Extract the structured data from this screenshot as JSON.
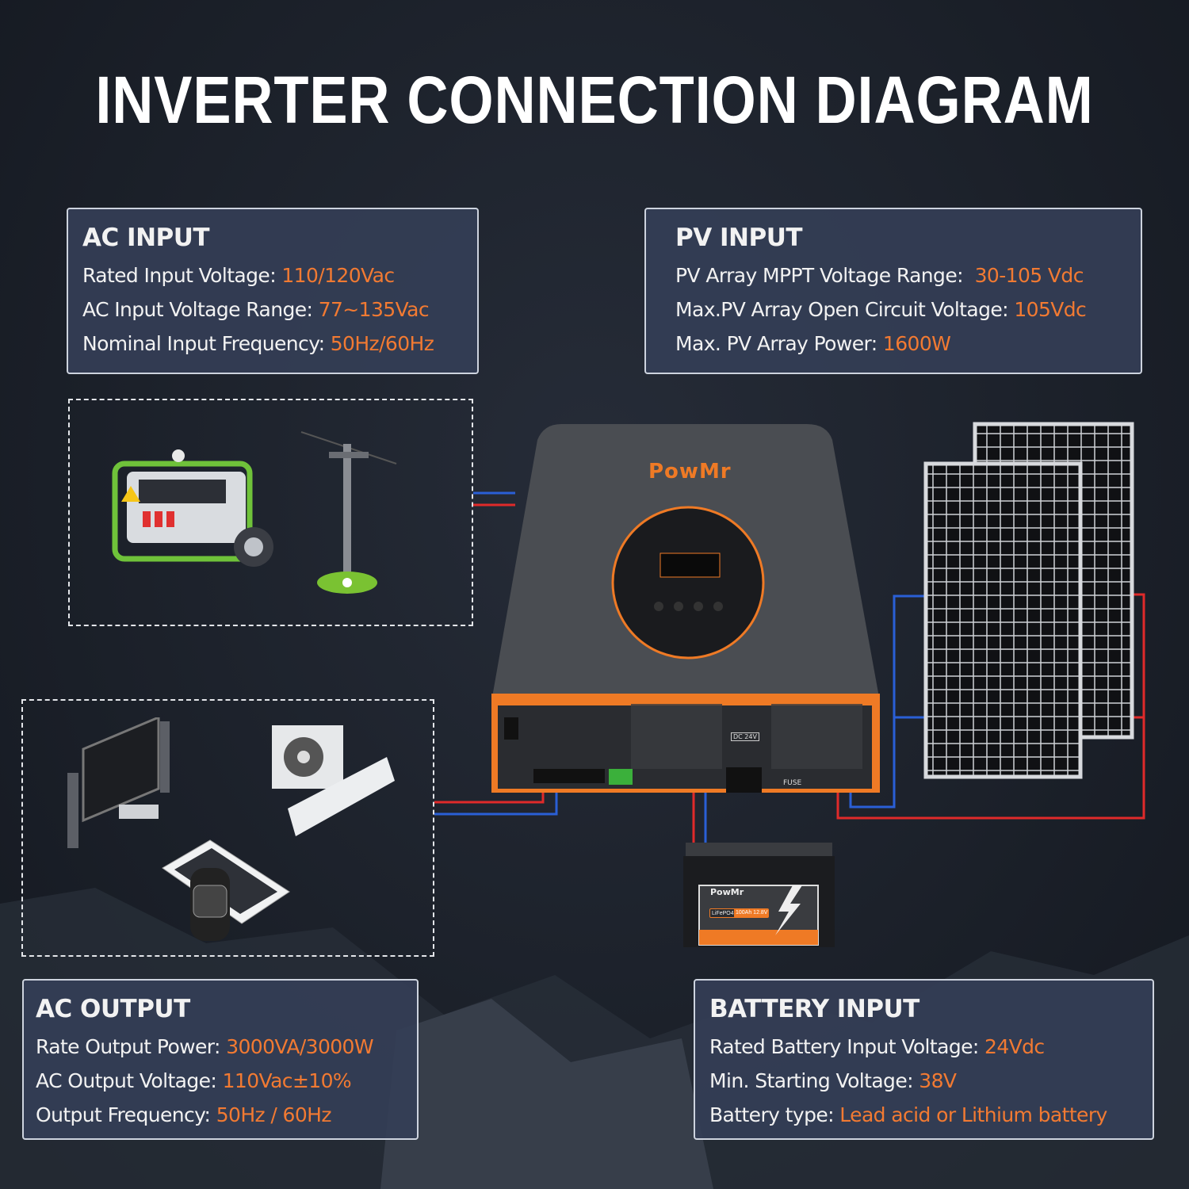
{
  "title": "INVERTER CONNECTION DIAGRAM",
  "colors": {
    "accent": "#f27a32",
    "background": "#1b2029",
    "box": "#343e56",
    "wire_positive": "#e02a2a",
    "wire_negative": "#2a5fd6"
  },
  "ac_input": {
    "heading": "AC INPUT",
    "rows": [
      {
        "label": "Rated Input Voltage: ",
        "value": "110/120Vac"
      },
      {
        "label": "AC Input Voltage Range: ",
        "value": "77~135Vac"
      },
      {
        "label": "Nominal Input Frequency: ",
        "value": "50Hz/60Hz"
      }
    ]
  },
  "pv_input": {
    "heading": "PV INPUT",
    "rows": [
      {
        "label": "PV Array MPPT Voltage Range:  ",
        "value": "30-105 Vdc"
      },
      {
        "label": "Max.PV Array Open Circuit Voltage: ",
        "value": "105Vdc"
      },
      {
        "label": "Max. PV Array Power: ",
        "value": "1600W"
      }
    ]
  },
  "ac_output": {
    "heading": "AC OUTPUT",
    "rows": [
      {
        "label": "Rate Output Power: ",
        "value": "3000VA/3000W"
      },
      {
        "label": "AC Output Voltage: ",
        "value": "110Vac±10%"
      },
      {
        "label": "Output Frequency: ",
        "value": "50Hz / 60Hz"
      }
    ]
  },
  "battery_input": {
    "heading": "BATTERY INPUT",
    "rows": [
      {
        "label": "Rated Battery Input Voltage: ",
        "value": "24Vdc"
      },
      {
        "label": "Min. Starting Voltage: ",
        "value": "38V"
      },
      {
        "label": "Battery type: ",
        "value": "Lead acid or Lithium battery"
      }
    ]
  },
  "inverter": {
    "brand": "PowMr",
    "dc_label": "DC 24V",
    "fuse_label": "FUSE"
  },
  "battery": {
    "brand": "PowMr",
    "chem": "LiFePO4",
    "spec": "100Ah 12.8V"
  },
  "icons": [
    "generator-icon",
    "utility-pole-icon",
    "tv-icon",
    "air-conditioner-icon",
    "phone-icon",
    "smartwatch-icon",
    "solar-panel-icon",
    "battery-icon",
    "inverter-icon"
  ]
}
